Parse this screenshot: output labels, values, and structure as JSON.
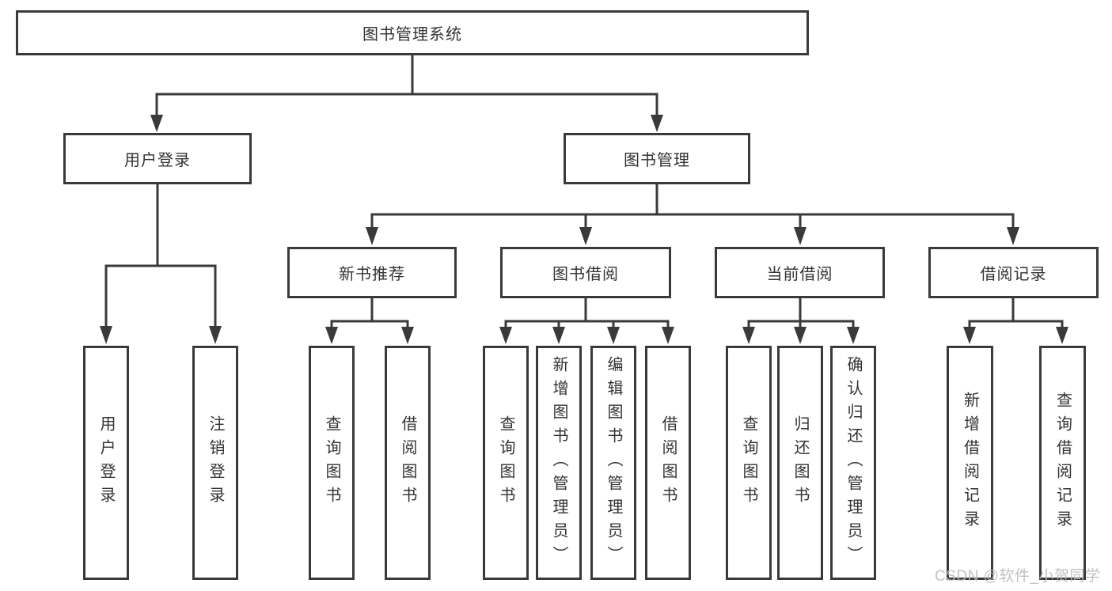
{
  "tree": {
    "root": {
      "label": "图书管理系统"
    },
    "branches": [
      {
        "label": "用户登录",
        "children": [
          {
            "label": "用户登录"
          },
          {
            "label": "注销登录"
          }
        ]
      },
      {
        "label": "图书管理",
        "children": [
          {
            "label": "新书推荐",
            "children": [
              {
                "label": "查询图书"
              },
              {
                "label": "借阅图书"
              }
            ]
          },
          {
            "label": "图书借阅",
            "children": [
              {
                "label": "查询图书"
              },
              {
                "label": "新增图书（管理员）"
              },
              {
                "label": "编辑图书（管理员）"
              },
              {
                "label": "借阅图书"
              }
            ]
          },
          {
            "label": "当前借阅",
            "children": [
              {
                "label": "查询图书"
              },
              {
                "label": "归还图书"
              },
              {
                "label": "确认归还（管理员）"
              }
            ]
          },
          {
            "label": "借阅记录",
            "children": [
              {
                "label": "新增借阅记录"
              },
              {
                "label": "查询借阅记录"
              }
            ]
          }
        ]
      }
    ]
  },
  "watermark": {
    "text": "CSDN @软件_小贺同学"
  },
  "colors": {
    "line": "#3a3a3a",
    "text": "#333333",
    "watermark": "#bcbcbc",
    "background": "#ffffff"
  }
}
